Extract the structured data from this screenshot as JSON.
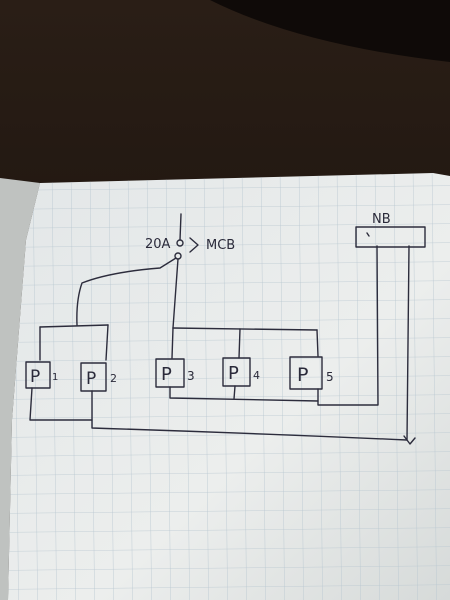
{
  "breaker": {
    "rating": "20A",
    "label": "MCB"
  },
  "neutral_bar": {
    "label": "NB"
  },
  "points": [
    {
      "symbol": "P",
      "number": "1"
    },
    {
      "symbol": "P",
      "number": "2"
    },
    {
      "symbol": "P",
      "number": "3"
    },
    {
      "symbol": "P",
      "number": "4"
    },
    {
      "symbol": "P",
      "number": "5"
    }
  ],
  "colors": {
    "ink": "#2c2c3c",
    "paper": "#e9ebea",
    "grid": "#b9c8d2",
    "table": "#1c140f"
  }
}
